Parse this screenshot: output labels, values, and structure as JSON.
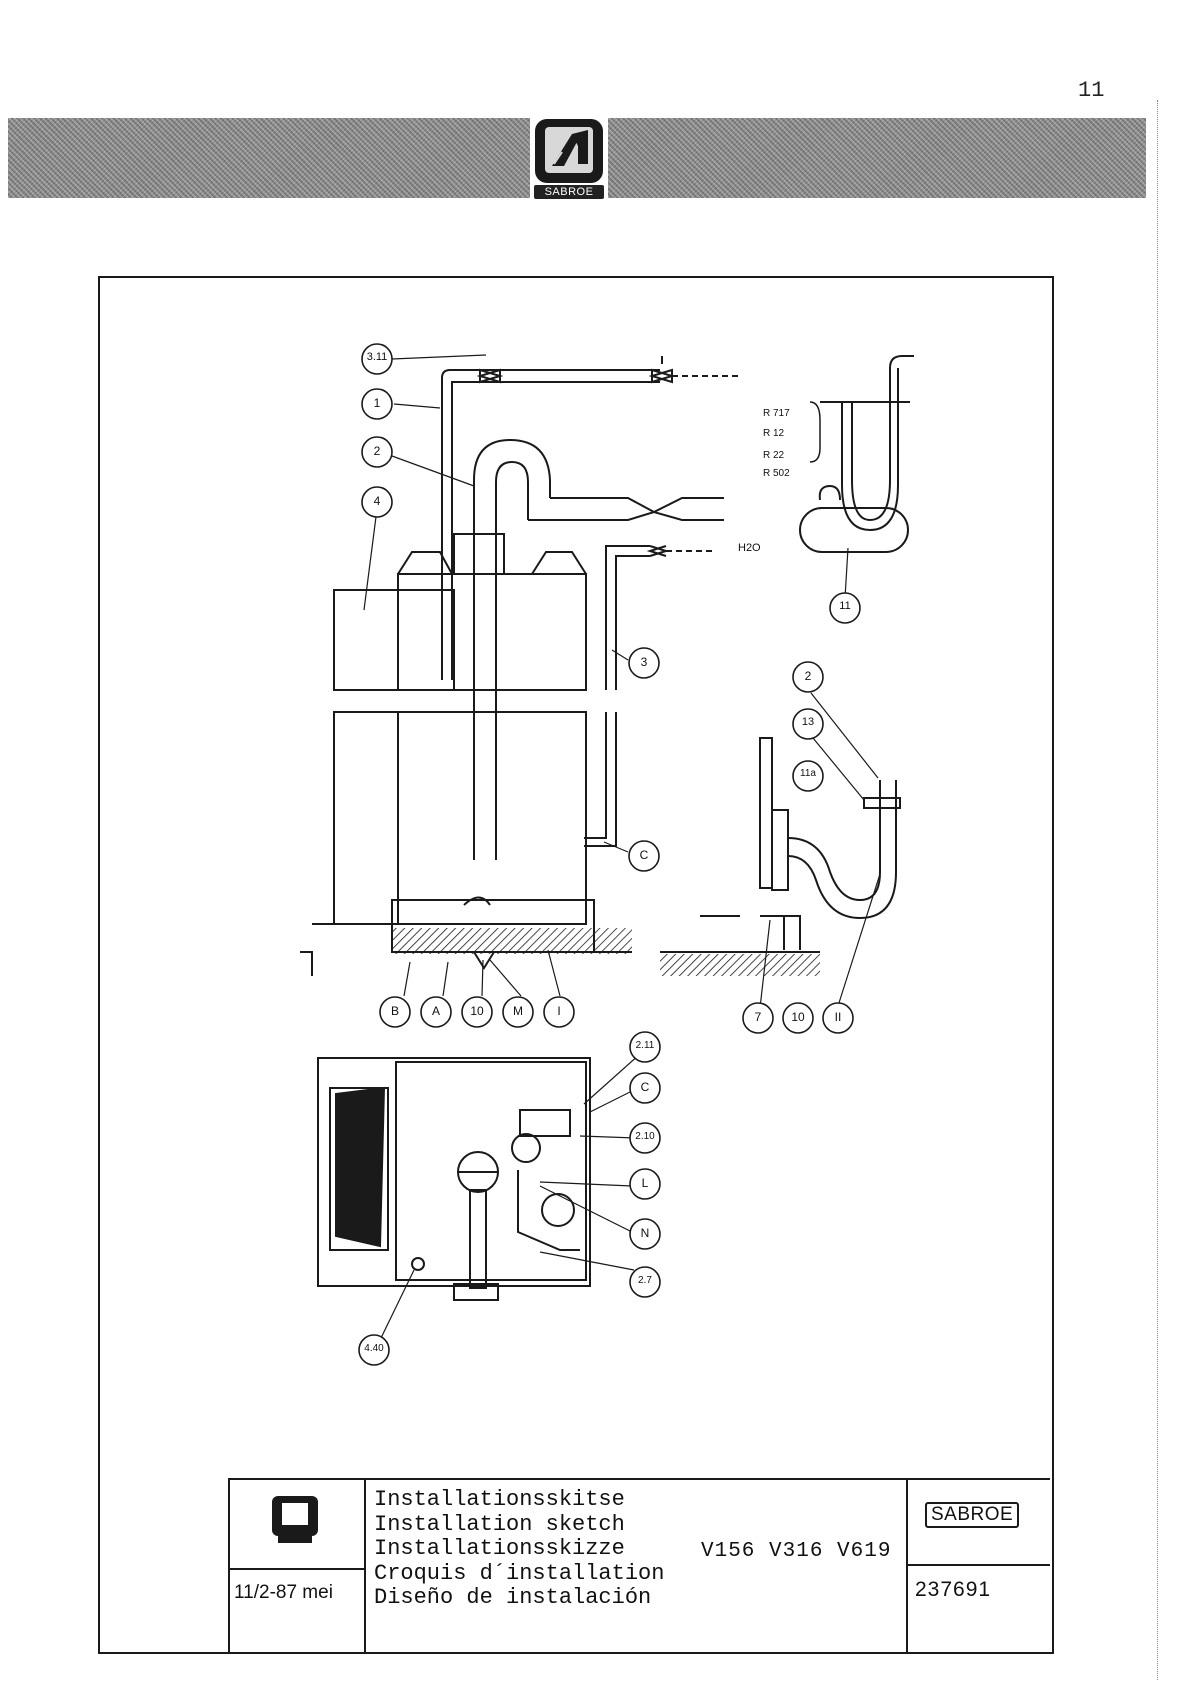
{
  "page": {
    "number": "11"
  },
  "header": {
    "logo_label": "SABROE",
    "logo_icon": "sabroe-logo-icon"
  },
  "drawing": {
    "callouts": [
      "3.11",
      "1",
      "2",
      "4",
      "3",
      "11",
      "C",
      "B",
      "A",
      "10",
      "M",
      "I",
      "2",
      "13",
      "11a",
      "C",
      "7",
      "10",
      "II",
      "2.11",
      "C",
      "2.10",
      "L",
      "N",
      "2.7",
      "4.40"
    ],
    "refrigerant_labels": [
      "R 717",
      "R 12",
      "R 22",
      "R 502"
    ],
    "water_label": "H2O"
  },
  "title_block": {
    "date": "11/2-87 mei",
    "titles": [
      "Installationsskitse",
      "Installation sketch",
      "Installationsskizze",
      "Croquis d´installation",
      "Diseño de instalación"
    ],
    "models": "V156  V316  V619",
    "brand": "SABROE",
    "drawing_number": "237691"
  }
}
